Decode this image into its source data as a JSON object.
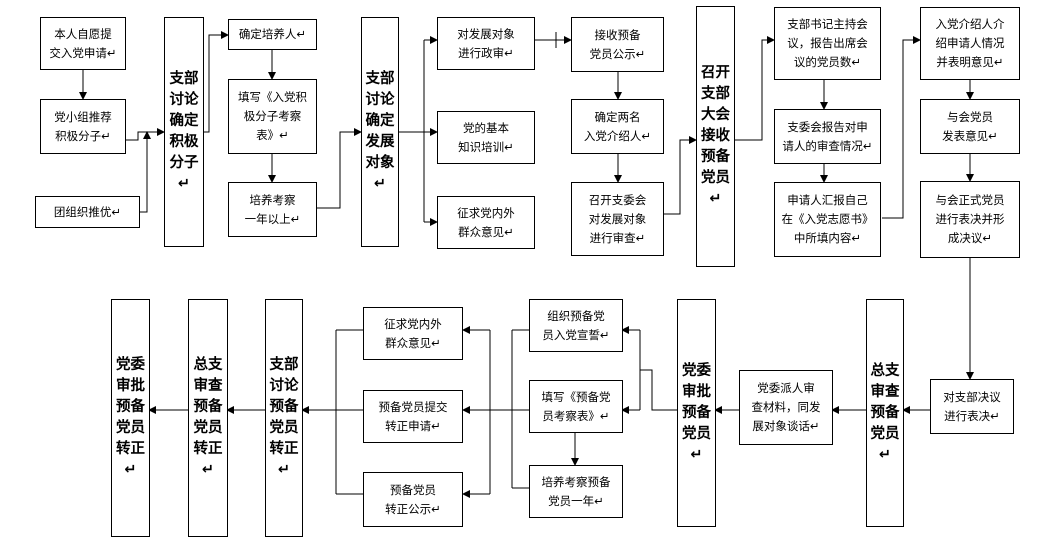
{
  "nodes": {
    "n1": "本人自愿提\n交入党申请↵",
    "n2": "党小组推荐\n积极分子↵",
    "n3": "团组织推优↵",
    "n4": "支部讨论确定积极分子↵",
    "n5": "确定培养人↵",
    "n6": "填写《入党积\n极分子考察\n表》↵",
    "n7": "培养考察\n一年以上↵",
    "n8": "支部讨论确定发展对象↵",
    "n9": "对发展对象\n进行政审↵",
    "n10": "党的基本\n知识培训↵",
    "n11": "征求党内外\n群众意见↵",
    "n12": "接收预备\n党员公示↵",
    "n13": "确定两名\n入党介绍人↵",
    "n14": "召开支委会\n对发展对象\n进行审查↵",
    "n15": "召开支部大会接收预备党员↵",
    "n16": "支部书记主持会\n议，报告出席会\n议的党员数↵",
    "n17": "支委会报告对申\n请人的审查情况↵",
    "n18": "申请人汇报自己\n在《入党志愿书》\n中所填内容↵",
    "n19": "入党介绍人介\n绍申请人情况\n并表明意见↵",
    "n20": "与会党员\n发表意见↵",
    "n21": "与会正式党员\n进行表决并形\n成决议↵",
    "n22": "对支部决议\n进行表决↵",
    "n23": "总支审查预备党员↵",
    "n24": "党委派人审\n查材料，同发\n展对象谈话↵",
    "n25": "党委审批预备党员↵",
    "n26": "组织预备党\n员入党宣誓↵",
    "n27": "填写《预备党\n员考察表》↵",
    "n28": "培养考察预备\n党员一年↵",
    "n29": "征求党内外\n群众意见↵",
    "n30": "预备党员提交\n转正申请↵",
    "n31": "预备党员\n转正公示↵",
    "n32": "支部讨论预备党员转正↵",
    "n33": "总支审查预备党员转正↵",
    "n34": "党委审批预备党员转正↵"
  }
}
